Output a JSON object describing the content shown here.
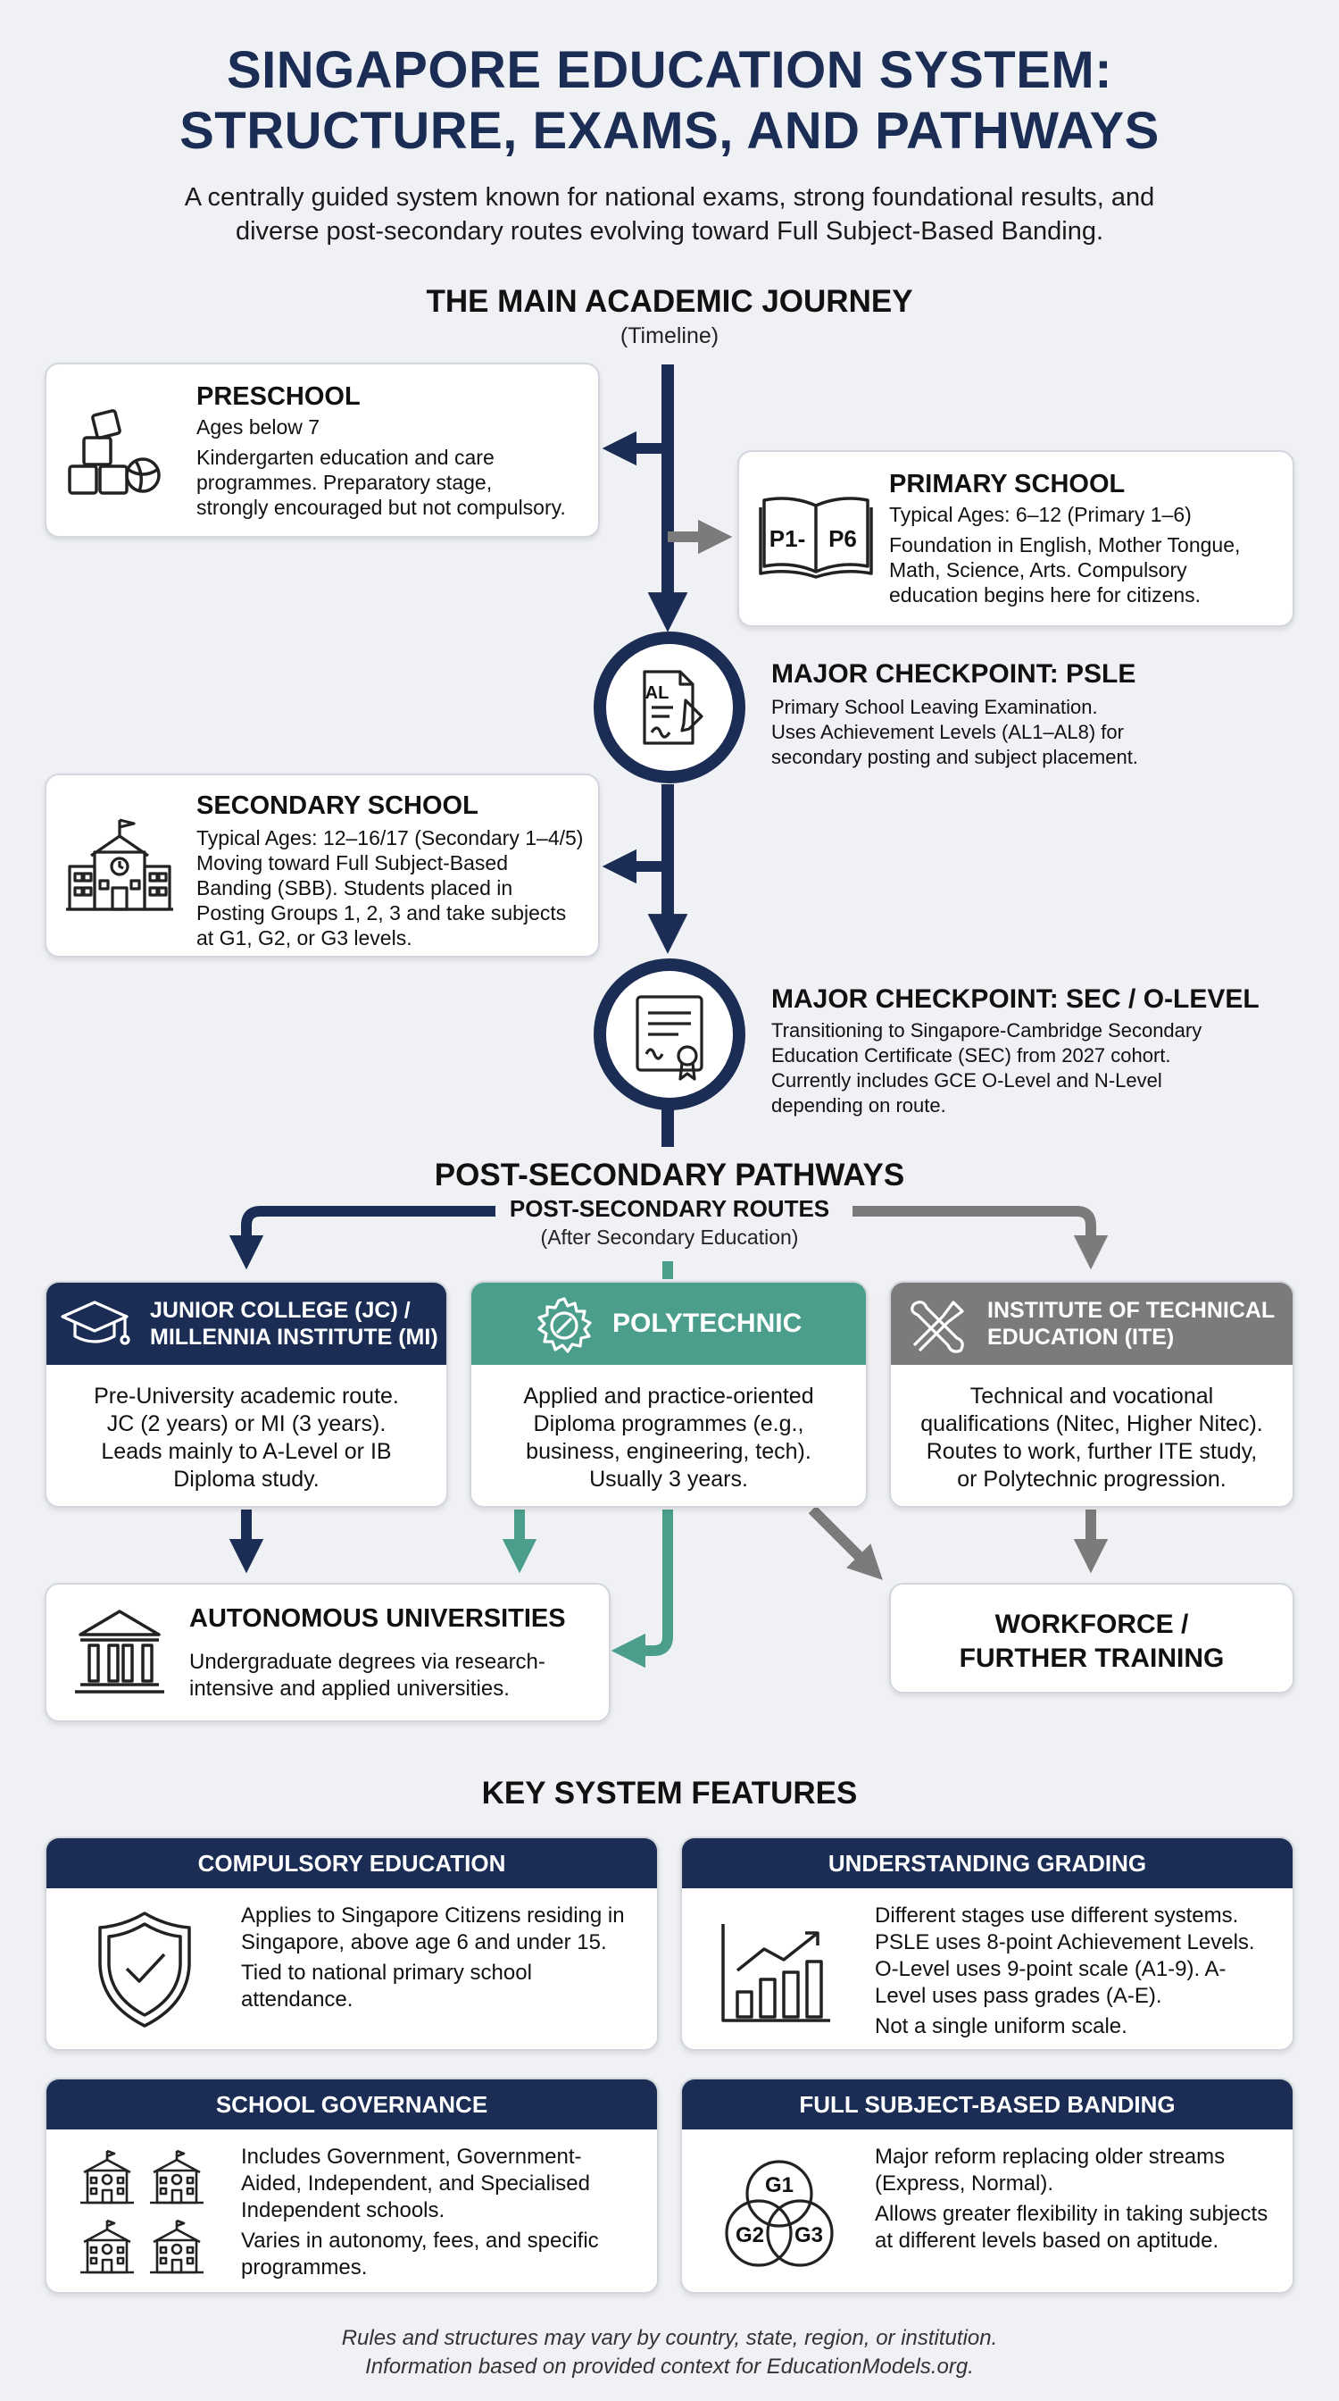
{
  "header": {
    "title_line1": "SINGAPORE EDUCATION SYSTEM:",
    "title_line2": "STRUCTURE, EXAMS, AND PATHWAYS",
    "subtitle_line1": "A centrally guided system known for national exams, strong foundational results, and",
    "subtitle_line2": "diverse post-secondary routes evolving toward Full Subject-Based Banding."
  },
  "journey": {
    "heading": "THE MAIN ACADEMIC JOURNEY",
    "subheading": "(Timeline)",
    "preschool": {
      "title": "PRESCHOOL",
      "ages": "Ages below 7",
      "desc_1": "Kindergarten education and care",
      "desc_2": "programmes. Preparatory stage,",
      "desc_3": "strongly encouraged but not compulsory."
    },
    "primary": {
      "title": "PRIMARY SCHOOL",
      "ages": "Typical Ages: 6–12 (Primary 1–6)",
      "desc_1": "Foundation in English, Mother Tongue,",
      "desc_2": "Math, Science, Arts. Compulsory",
      "desc_3": "education begins here for citizens.",
      "icon_left": "P1-",
      "icon_right": "P6"
    },
    "psle": {
      "title": "MAJOR CHECKPOINT: PSLE",
      "desc_1": "Primary School Leaving Examination.",
      "desc_2": "Uses Achievement Levels (AL1–AL8) for",
      "desc_3": "secondary posting and subject placement.",
      "icon_text": "AL"
    },
    "secondary": {
      "title": "SECONDARY SCHOOL",
      "desc_1": "Typical Ages: 12–16/17 (Secondary 1–4/5)",
      "desc_2": "Moving toward Full Subject-Based",
      "desc_3": "Banding (SBB). Students placed in",
      "desc_4": "Posting Groups 1, 2, 3 and take subjects",
      "desc_5": "at G1, G2, or G3 levels."
    },
    "sec": {
      "title": "MAJOR CHECKPOINT: SEC / O-LEVEL",
      "desc_1": "Transitioning to Singapore-Cambridge Secondary",
      "desc_2": "Education Certificate (SEC) from 2027 cohort.",
      "desc_3": "Currently includes GCE O-Level and N-Level",
      "desc_4": "depending on route."
    }
  },
  "post": {
    "heading": "POST-SECONDARY PATHWAYS",
    "routes_label": "POST-SECONDARY ROUTES",
    "routes_sub": "(After Secondary Education)",
    "jc": {
      "title_1": "JUNIOR COLLEGE (JC) /",
      "title_2": "MILLENNIA INSTITUTE (MI)",
      "body_1": "Pre-University academic route.",
      "body_2": "JC (2 years) or MI (3 years).",
      "body_3": "Leads mainly to A-Level or IB",
      "body_4": "Diploma study."
    },
    "poly": {
      "title": "POLYTECHNIC",
      "body_1": "Applied and practice-oriented",
      "body_2": "Diploma programmes (e.g.,",
      "body_3": "business, engineering, tech).",
      "body_4": "Usually 3 years."
    },
    "ite": {
      "title_1": "INSTITUTE OF TECHNICAL",
      "title_2": "EDUCATION (ITE)",
      "body_1": "Technical and vocational",
      "body_2": "qualifications (Nitec, Higher Nitec).",
      "body_3": "Routes to work, further ITE study,",
      "body_4": "or Polytechnic progression."
    },
    "uni": {
      "title": "AUTONOMOUS UNIVERSITIES",
      "body_1": "Undergraduate degrees via research-",
      "body_2": "intensive and applied universities."
    },
    "workforce": {
      "title_1": "WORKFORCE /",
      "title_2": "FURTHER TRAINING"
    }
  },
  "features": {
    "heading": "KEY SYSTEM FEATURES",
    "compulsory": {
      "title": "COMPULSORY EDUCATION",
      "p1": "Applies to Singapore Citizens residing in Singapore, above age 6 and under 15.",
      "p2": "Tied to national primary school attendance."
    },
    "grading": {
      "title": "UNDERSTANDING GRADING",
      "p1": "Different stages use different systems. PSLE uses 8-point Achievement Levels. O-Level uses 9-point scale (A1-9). A-Level uses pass grades (A-E).",
      "p2": "Not a single uniform scale."
    },
    "governance": {
      "title": "SCHOOL GOVERNANCE",
      "p1": "Includes Government, Government-Aided, Independent, and Specialised Independent schools.",
      "p2": "Varies in autonomy, fees, and specific programmes."
    },
    "banding": {
      "title": "FULL SUBJECT-BASED BANDING",
      "p1": "Major reform replacing older streams (Express, Normal).",
      "p2": "Allows greater flexibility in taking subjects at different levels based on aptitude.",
      "g1": "G1",
      "g2": "G2",
      "g3": "G3"
    }
  },
  "footer": {
    "line1": "Rules and structures may vary by country, state, region, or institution.",
    "line2": "Information based on provided context for EducationModels.org."
  },
  "colors": {
    "navy": "#1b2d55",
    "teal": "#4c9e8c",
    "gray": "#7b7b7b",
    "background": "#eff1f4"
  },
  "icons": [
    "blocks-icon",
    "book-icon",
    "exam-paper-icon",
    "school-building-icon",
    "certificate-icon",
    "graduation-cap-icon",
    "gear-wrench-icon",
    "tools-icon",
    "university-icon",
    "shield-check-icon",
    "bar-chart-icon",
    "schools-icon",
    "venn-icon"
  ]
}
